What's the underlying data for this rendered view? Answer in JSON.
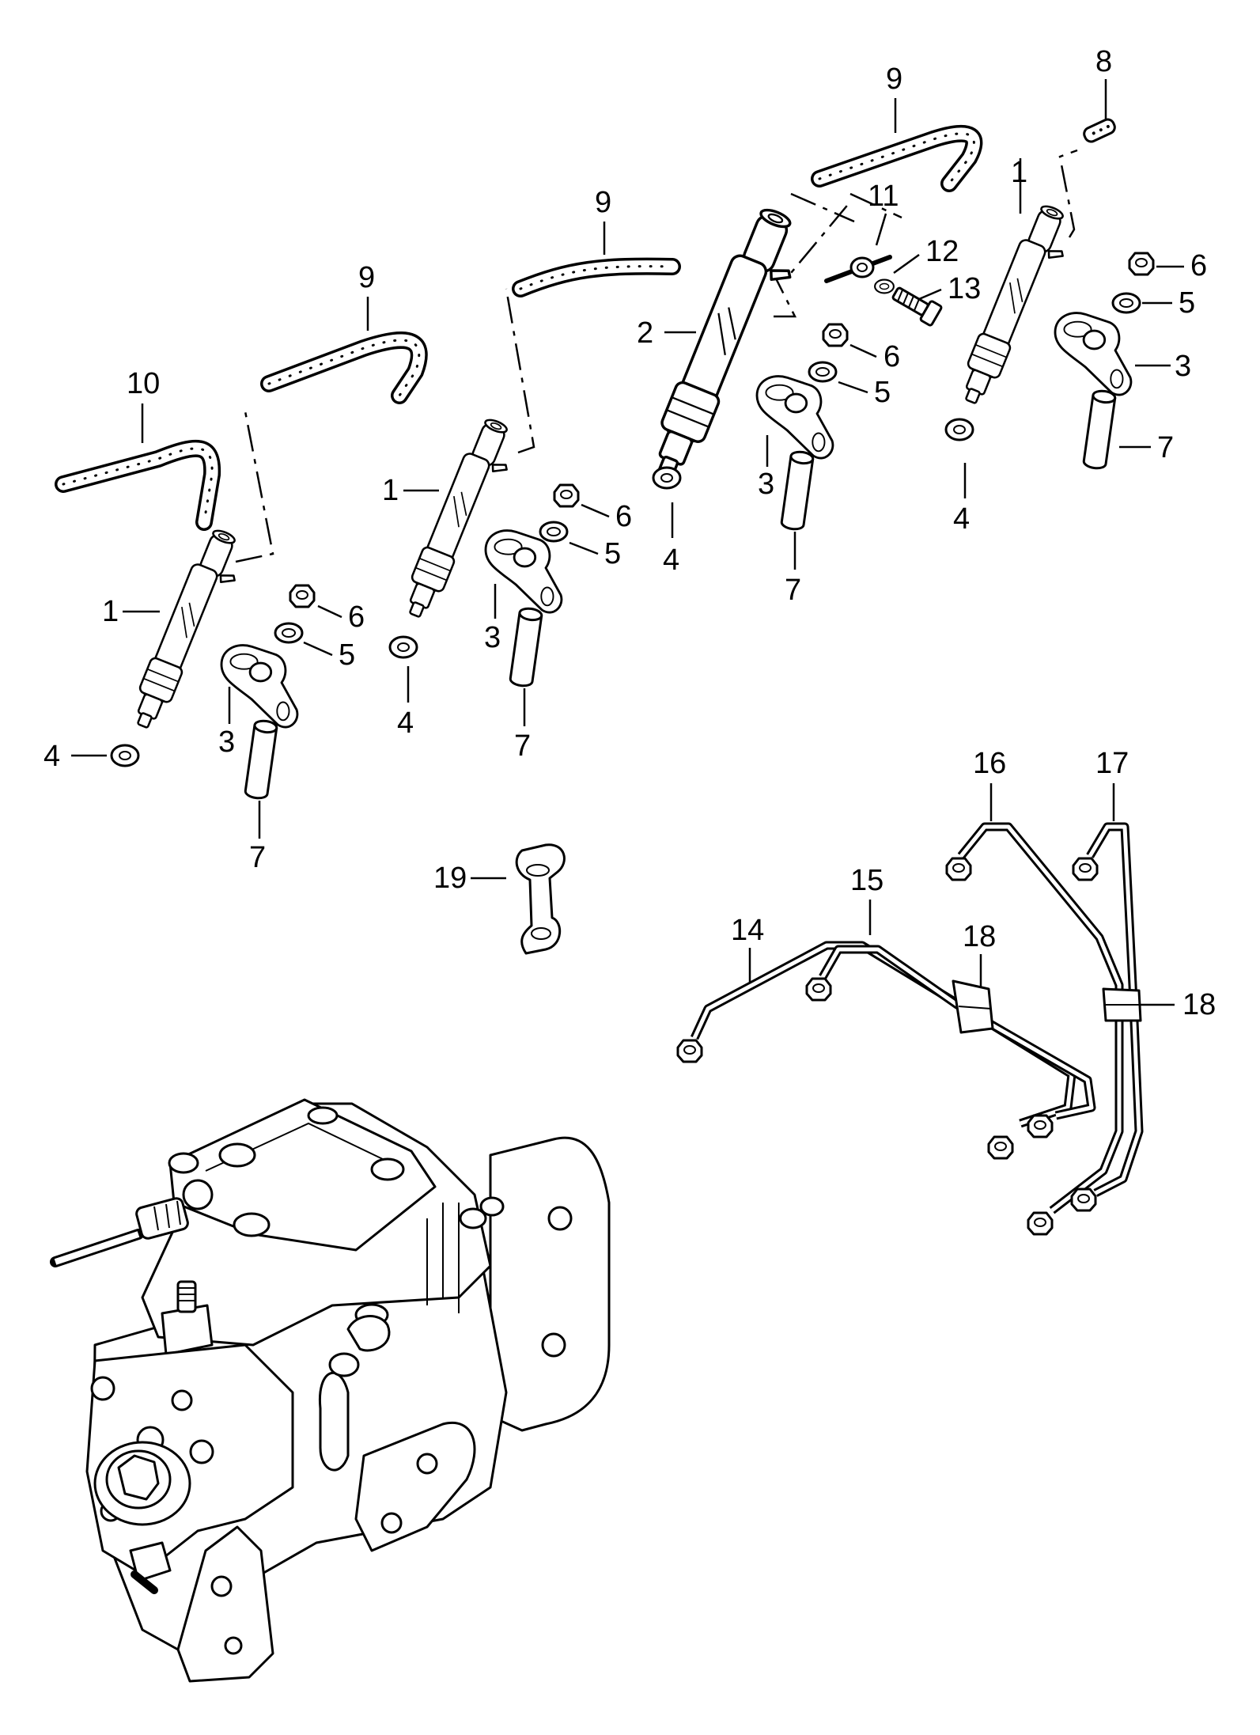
{
  "callouts": {
    "c1a": "1",
    "c1b": "1",
    "c1c": "1",
    "c2": "2",
    "c3a": "3",
    "c3b": "3",
    "c3c": "3",
    "c3d": "3",
    "c4a": "4",
    "c4b": "4",
    "c4c": "4",
    "c4d": "4",
    "c5a": "5",
    "c5b": "5",
    "c5c": "5",
    "c5d": "5",
    "c6a": "6",
    "c6b": "6",
    "c6c": "6",
    "c6d": "6",
    "c7a": "7",
    "c7b": "7",
    "c7c": "7",
    "c7d": "7",
    "c8": "8",
    "c9a": "9",
    "c9b": "9",
    "c9c": "9",
    "c10": "10",
    "c11": "11",
    "c12": "12",
    "c13": "13",
    "c14": "14",
    "c15": "15",
    "c16": "16",
    "c17": "17",
    "c18a": "18",
    "c18b": "18",
    "c19": "19"
  }
}
